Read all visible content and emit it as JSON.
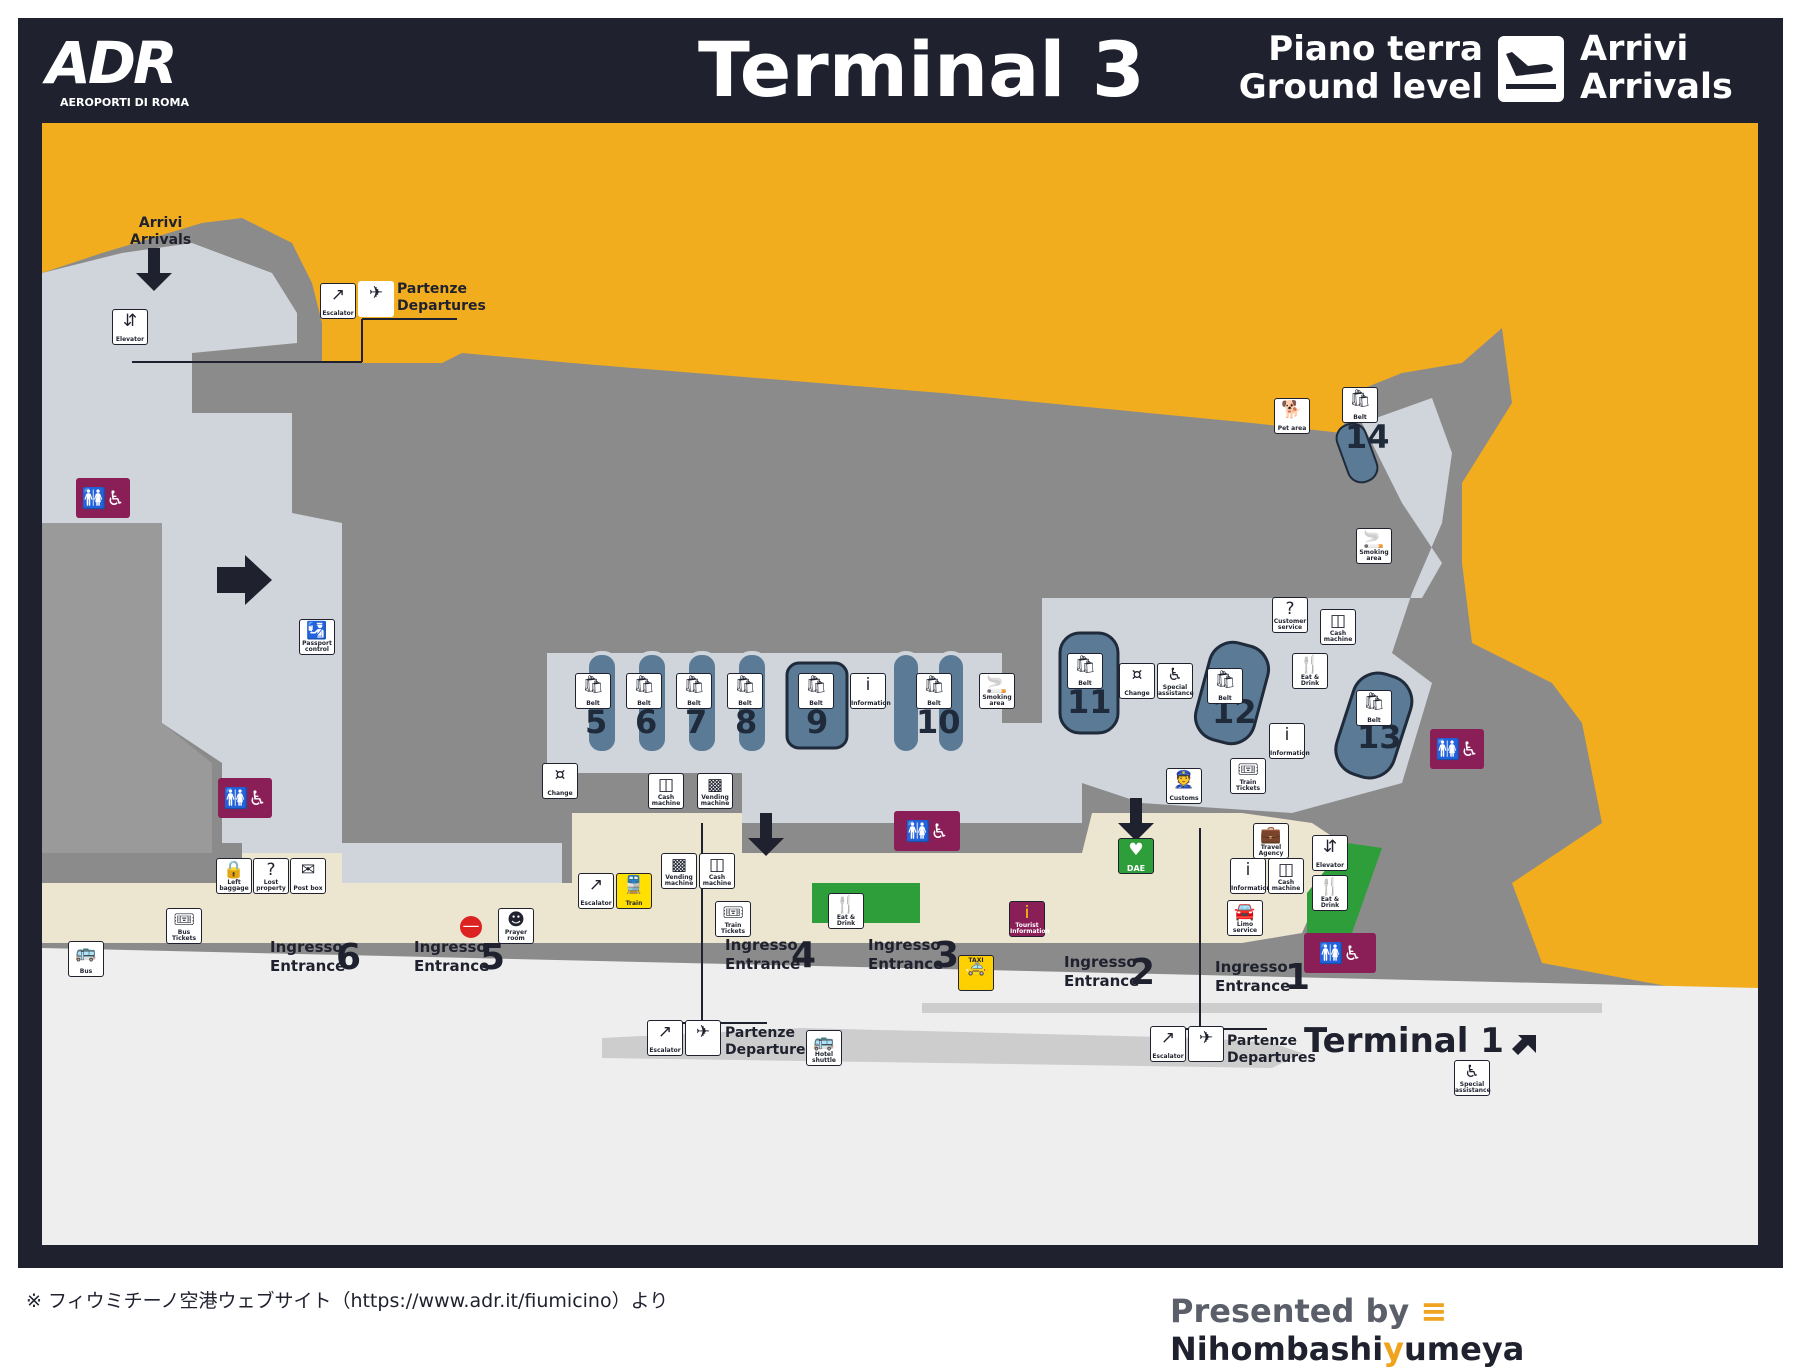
{
  "header": {
    "logo": "ADR",
    "logo_sub": "AEROPORTI DI ROMA",
    "title": "Terminal 3",
    "level_it": "Piano terra",
    "level_en": "Ground level",
    "mode_it": "Arrivi",
    "mode_en": "Arrivals",
    "mode_icon": "plane-landing-icon"
  },
  "map": {
    "arrivals_it": "Arrivi",
    "arrivals_en": "Arrivals",
    "departures_it": "Partenze",
    "departures_en": "Departures",
    "terminal1": "Terminal 1",
    "entrances": [
      {
        "it": "Ingresso",
        "en": "Entrance",
        "num": "6"
      },
      {
        "it": "Ingresso",
        "en": "Entrance",
        "num": "5"
      },
      {
        "it": "Ingresso",
        "en": "Entrance",
        "num": "4"
      },
      {
        "it": "Ingresso",
        "en": "Entrance",
        "num": "3"
      },
      {
        "it": "Ingresso",
        "en": "Entrance",
        "num": "2"
      },
      {
        "it": "Ingresso",
        "en": "Entrance",
        "num": "1"
      }
    ],
    "belts": [
      "5",
      "6",
      "7",
      "8",
      "9",
      "10",
      "11",
      "12",
      "13",
      "14"
    ],
    "icons": {
      "escalator": "Escalator",
      "elevator": "Elevator",
      "passport": "Passport control",
      "belt": "Belt",
      "information": "Information",
      "smoking": "Smoking area",
      "change": "Change",
      "special": "Special assistance",
      "customer": "Customer service",
      "cash": "Cash machine",
      "eat": "Eat & Drink",
      "pet": "Pet area",
      "train_tickets": "Train Tickets",
      "customs": "Customs",
      "vending": "Vending machine",
      "travel": "Travel Agency",
      "limo": "Limo service",
      "left_baggage": "Left baggage",
      "lost": "Lost property",
      "post": "Post box",
      "bus_tickets": "Bus Tickets",
      "bus": "Bus",
      "prayer": "Prayer room",
      "train": "Train",
      "tourist": "Tourist Information",
      "hotel": "Hotel shuttle",
      "taxi": "TAXI",
      "dae": "DAE"
    }
  },
  "footer": {
    "note": "※ フィウミチーノ空港ウェブサイト（https://www.adr.it/fiumicino）より",
    "presented": "Presented by",
    "brand_a": "Nihombashi",
    "brand_b": "y",
    "brand_c": "umeya"
  },
  "colors": {
    "frame": "#1f222e",
    "outside": "#f2ad1f",
    "building": "#8b8b8b",
    "public": "#d0d5dc",
    "landside": "#ece5d0",
    "road": "#eeeeee",
    "restroom": "#8a1f58",
    "food": "#2e9e3a"
  }
}
